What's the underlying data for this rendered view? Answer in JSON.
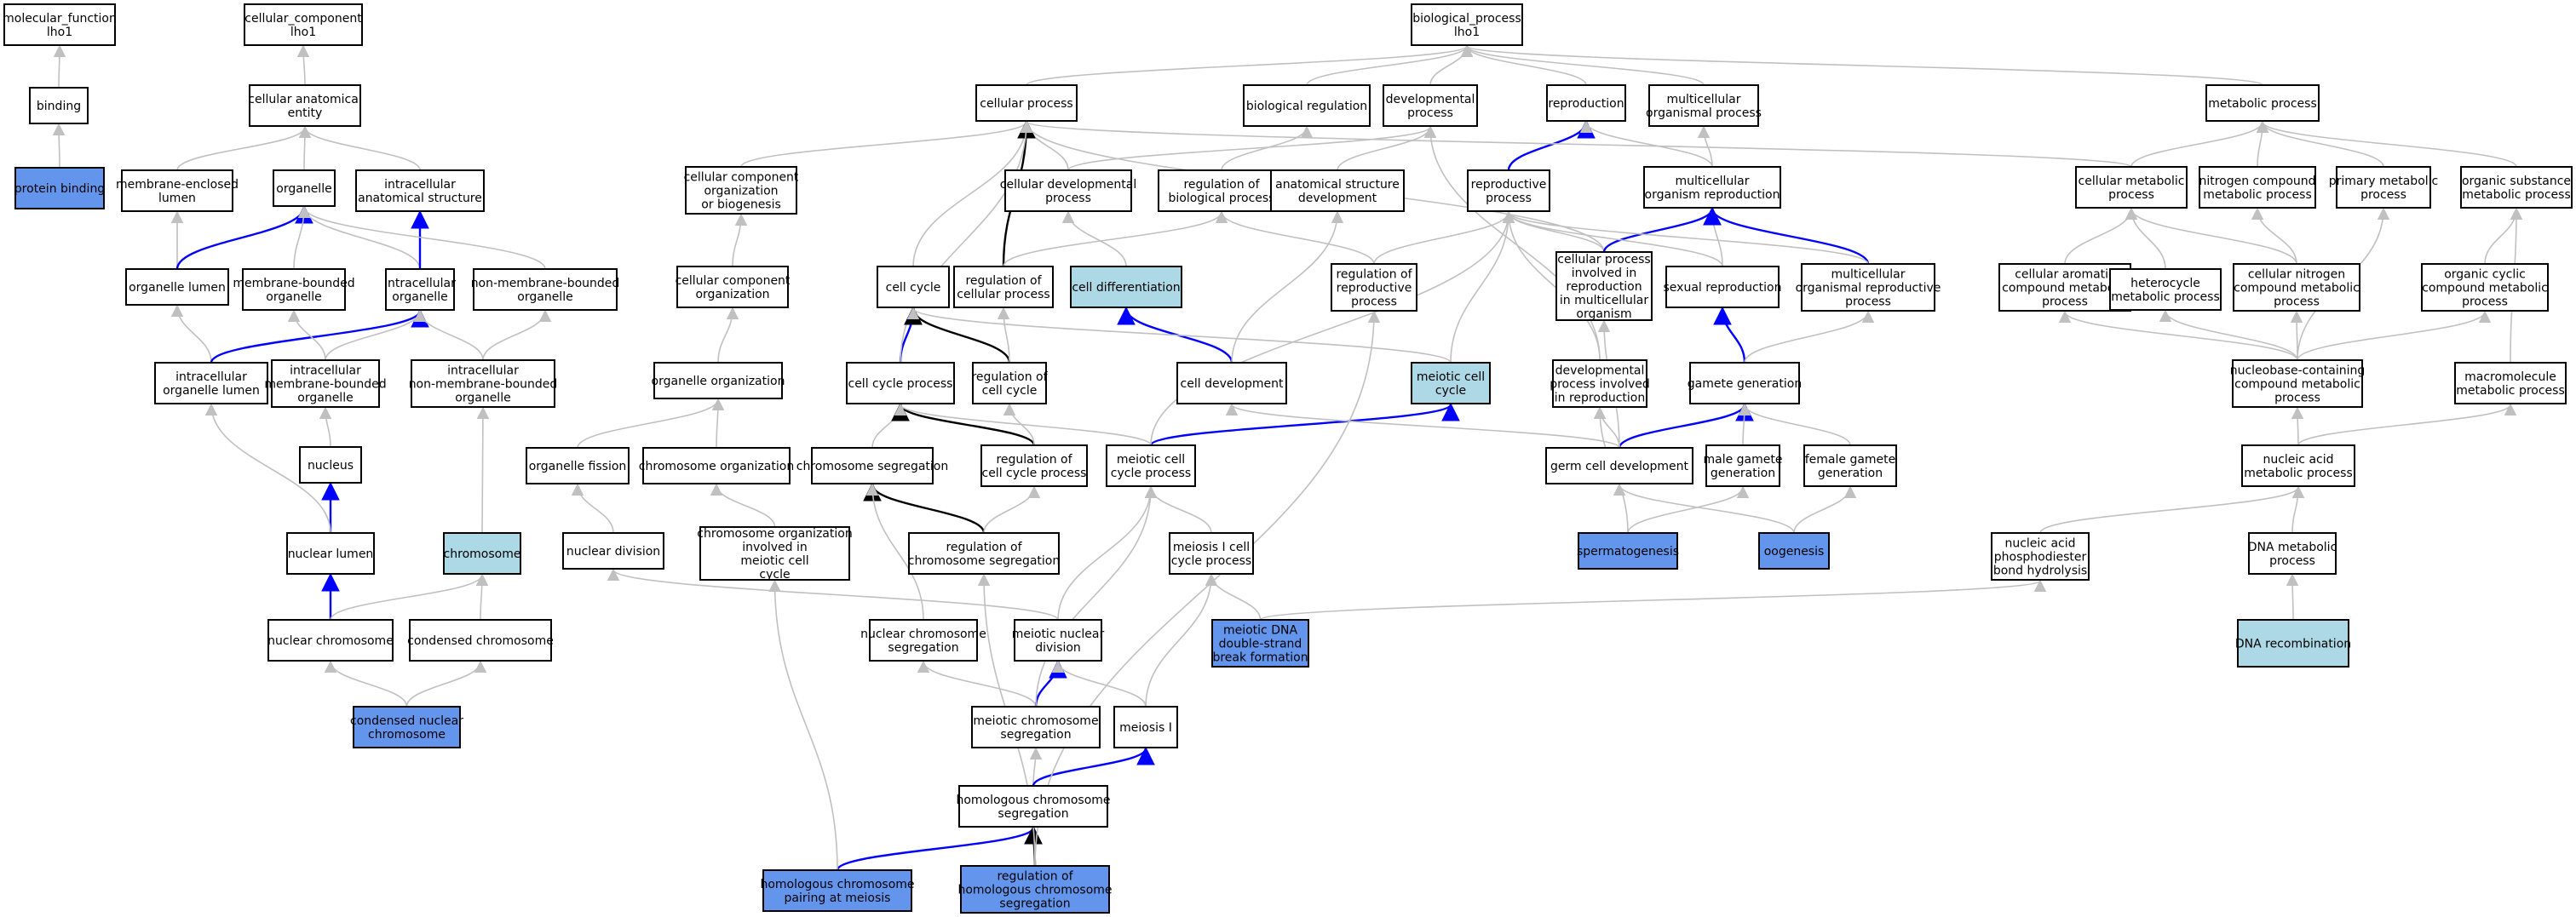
{
  "colors": {
    "default": "#ffffff",
    "query": "#6495ed",
    "highlight": "#add8e6",
    "edge_gray": "#c0c0c0",
    "edge_blue": "#0000ff",
    "edge_black": "#000000"
  },
  "nodes": {
    "mf": {
      "label": [
        "molecular_function",
        "lho1"
      ],
      "type": "default"
    },
    "cc": {
      "label": [
        "cellular_component",
        "lho1"
      ],
      "type": "default"
    },
    "bp": {
      "label": [
        "biological_process",
        "lho1"
      ],
      "type": "default"
    },
    "binding": {
      "label": [
        "binding"
      ],
      "type": "default"
    },
    "protein_binding": {
      "label": [
        "protein binding"
      ],
      "type": "query"
    },
    "cae": {
      "label": [
        "cellular anatomical",
        "entity"
      ],
      "type": "default"
    },
    "mel": {
      "label": [
        "membrane-enclosed",
        "lumen"
      ],
      "type": "default"
    },
    "organelle": {
      "label": [
        "organelle"
      ],
      "type": "default"
    },
    "ias": {
      "label": [
        "intracellular",
        "anatomical structure"
      ],
      "type": "default"
    },
    "org_lumen": {
      "label": [
        "organelle lumen"
      ],
      "type": "default"
    },
    "mbo": {
      "label": [
        "membrane-bounded",
        "organelle"
      ],
      "type": "default"
    },
    "io": {
      "label": [
        "intracellular",
        "organelle"
      ],
      "type": "default"
    },
    "nmbo": {
      "label": [
        "non-membrane-bounded",
        "organelle"
      ],
      "type": "default"
    },
    "iol": {
      "label": [
        "intracellular",
        "organelle lumen"
      ],
      "type": "default"
    },
    "imbo": {
      "label": [
        "intracellular",
        "membrane-bounded",
        "organelle"
      ],
      "type": "default"
    },
    "inmbo": {
      "label": [
        "intracellular",
        "non-membrane-bounded",
        "organelle"
      ],
      "type": "default"
    },
    "nucleus": {
      "label": [
        "nucleus"
      ],
      "type": "default"
    },
    "nuc_lumen": {
      "label": [
        "nuclear lumen"
      ],
      "type": "default"
    },
    "chromosome": {
      "label": [
        "chromosome"
      ],
      "type": "highlight"
    },
    "nuc_chrom": {
      "label": [
        "nuclear chromosome"
      ],
      "type": "default"
    },
    "cond_chrom": {
      "label": [
        "condensed chromosome"
      ],
      "type": "default"
    },
    "cnc": {
      "label": [
        "condensed nuclear",
        "chromosome"
      ],
      "type": "query"
    },
    "cell_proc": {
      "label": [
        "cellular process"
      ],
      "type": "default"
    },
    "ccob": {
      "label": [
        "cellular component",
        "organization",
        "or biogenesis"
      ],
      "type": "default"
    },
    "cco": {
      "label": [
        "cellular component",
        "organization"
      ],
      "type": "default"
    },
    "org_org": {
      "label": [
        "organelle organization"
      ],
      "type": "default"
    },
    "org_fission": {
      "label": [
        "organelle fission"
      ],
      "type": "default"
    },
    "chrom_org": {
      "label": [
        "chromosome organization"
      ],
      "type": "default"
    },
    "nuc_div": {
      "label": [
        "nuclear division"
      ],
      "type": "default"
    },
    "coimc": {
      "label": [
        "chromosome organization",
        "involved in",
        "meiotic cell",
        "cycle"
      ],
      "type": "default"
    },
    "cell_dev_proc": {
      "label": [
        "cellular developmental",
        "process"
      ],
      "type": "default"
    },
    "bio_reg": {
      "label": [
        "biological regulation"
      ],
      "type": "default"
    },
    "dev_proc": {
      "label": [
        "developmental",
        "process"
      ],
      "type": "default"
    },
    "reg_bp": {
      "label": [
        "regulation of",
        "biological process"
      ],
      "type": "default"
    },
    "asd": {
      "label": [
        "anatomical structure",
        "development"
      ],
      "type": "default"
    },
    "reproduction": {
      "label": [
        "reproduction"
      ],
      "type": "default"
    },
    "mop": {
      "label": [
        "multicellular",
        "organismal process"
      ],
      "type": "default"
    },
    "repro_proc": {
      "label": [
        "reproductive",
        "process"
      ],
      "type": "default"
    },
    "mor": {
      "label": [
        "multicellular",
        "organism reproduction"
      ],
      "type": "default"
    },
    "cell_cycle": {
      "label": [
        "cell cycle"
      ],
      "type": "default"
    },
    "reg_cp": {
      "label": [
        "regulation of",
        "cellular process"
      ],
      "type": "default"
    },
    "cell_diff": {
      "label": [
        "cell differentiation"
      ],
      "type": "highlight"
    },
    "reg_rp": {
      "label": [
        "regulation of",
        "reproductive",
        "process"
      ],
      "type": "default"
    },
    "cpirmo": {
      "label": [
        "cellular process",
        "involved in",
        "reproduction",
        "in multicellular",
        "organism"
      ],
      "type": "default"
    },
    "sex_repro": {
      "label": [
        "sexual reproduction"
      ],
      "type": "default"
    },
    "morp": {
      "label": [
        "multicellular",
        "organismal reproductive",
        "process"
      ],
      "type": "default"
    },
    "ccp": {
      "label": [
        "cell cycle process"
      ],
      "type": "default"
    },
    "reg_cc": {
      "label": [
        "regulation of",
        "cell cycle"
      ],
      "type": "default"
    },
    "cell_dev": {
      "label": [
        "cell development"
      ],
      "type": "default"
    },
    "mcc": {
      "label": [
        "meiotic cell",
        "cycle"
      ],
      "type": "highlight"
    },
    "dpir": {
      "label": [
        "developmental",
        "process involved",
        "in reproduction"
      ],
      "type": "default"
    },
    "gam_gen": {
      "label": [
        "gamete generation"
      ],
      "type": "default"
    },
    "chrom_seg": {
      "label": [
        "chromosome segregation"
      ],
      "type": "default"
    },
    "reg_ccp": {
      "label": [
        "regulation of",
        "cell cycle process"
      ],
      "type": "default"
    },
    "mccp": {
      "label": [
        "meiotic cell",
        "cycle process"
      ],
      "type": "default"
    },
    "gcd": {
      "label": [
        "germ cell development"
      ],
      "type": "default"
    },
    "mgg": {
      "label": [
        "male gamete",
        "generation"
      ],
      "type": "default"
    },
    "fgg": {
      "label": [
        "female gamete",
        "generation"
      ],
      "type": "default"
    },
    "reg_cs": {
      "label": [
        "regulation of",
        "chromosome segregation"
      ],
      "type": "default"
    },
    "m1ccp": {
      "label": [
        "meiosis I cell",
        "cycle process"
      ],
      "type": "default"
    },
    "spermato": {
      "label": [
        "spermatogenesis"
      ],
      "type": "query"
    },
    "oogen": {
      "label": [
        "oogenesis"
      ],
      "type": "query"
    },
    "ncs": {
      "label": [
        "nuclear chromosome",
        "segregation"
      ],
      "type": "default"
    },
    "mnd": {
      "label": [
        "meiotic nuclear",
        "division"
      ],
      "type": "default"
    },
    "mdsbf": {
      "label": [
        "meiotic DNA",
        "double-strand",
        "break formation"
      ],
      "type": "query"
    },
    "mcs": {
      "label": [
        "meiotic chromosome",
        "segregation"
      ],
      "type": "default"
    },
    "meiosis1": {
      "label": [
        "meiosis I"
      ],
      "type": "default"
    },
    "hcs": {
      "label": [
        "homologous chromosome",
        "segregation"
      ],
      "type": "default"
    },
    "hcpm": {
      "label": [
        "homologous chromosome",
        "pairing at meiosis"
      ],
      "type": "query"
    },
    "rhcs": {
      "label": [
        "regulation of",
        "homologous chromosome",
        "segregation"
      ],
      "type": "query"
    },
    "met_proc": {
      "label": [
        "metabolic process"
      ],
      "type": "default"
    },
    "cmp": {
      "label": [
        "cellular metabolic",
        "process"
      ],
      "type": "default"
    },
    "ncmp": {
      "label": [
        "nitrogen compound",
        "metabolic process"
      ],
      "type": "default"
    },
    "pmp": {
      "label": [
        "primary metabolic",
        "process"
      ],
      "type": "default"
    },
    "osmp": {
      "label": [
        "organic substance",
        "metabolic process"
      ],
      "type": "default"
    },
    "cacmp": {
      "label": [
        "cellular aromatic",
        "compound metabolic",
        "process"
      ],
      "type": "default"
    },
    "hmp": {
      "label": [
        "heterocycle",
        "metabolic process"
      ],
      "type": "default"
    },
    "cncmp": {
      "label": [
        "cellular nitrogen",
        "compound metabolic",
        "process"
      ],
      "type": "default"
    },
    "occmp": {
      "label": [
        "organic cyclic",
        "compound metabolic",
        "process"
      ],
      "type": "default"
    },
    "nbccmp": {
      "label": [
        "nucleobase-containing",
        "compound metabolic",
        "process"
      ],
      "type": "default"
    },
    "mmp": {
      "label": [
        "macromolecule",
        "metabolic process"
      ],
      "type": "default"
    },
    "namp": {
      "label": [
        "nucleic acid",
        "metabolic process"
      ],
      "type": "default"
    },
    "napbh": {
      "label": [
        "nucleic acid",
        "phosphodiester",
        "bond hydrolysis"
      ],
      "type": "default"
    },
    "dmp": {
      "label": [
        "DNA metabolic",
        "process"
      ],
      "type": "default"
    },
    "dna_recomb": {
      "label": [
        "DNA recombination"
      ],
      "type": "highlight"
    }
  }
}
